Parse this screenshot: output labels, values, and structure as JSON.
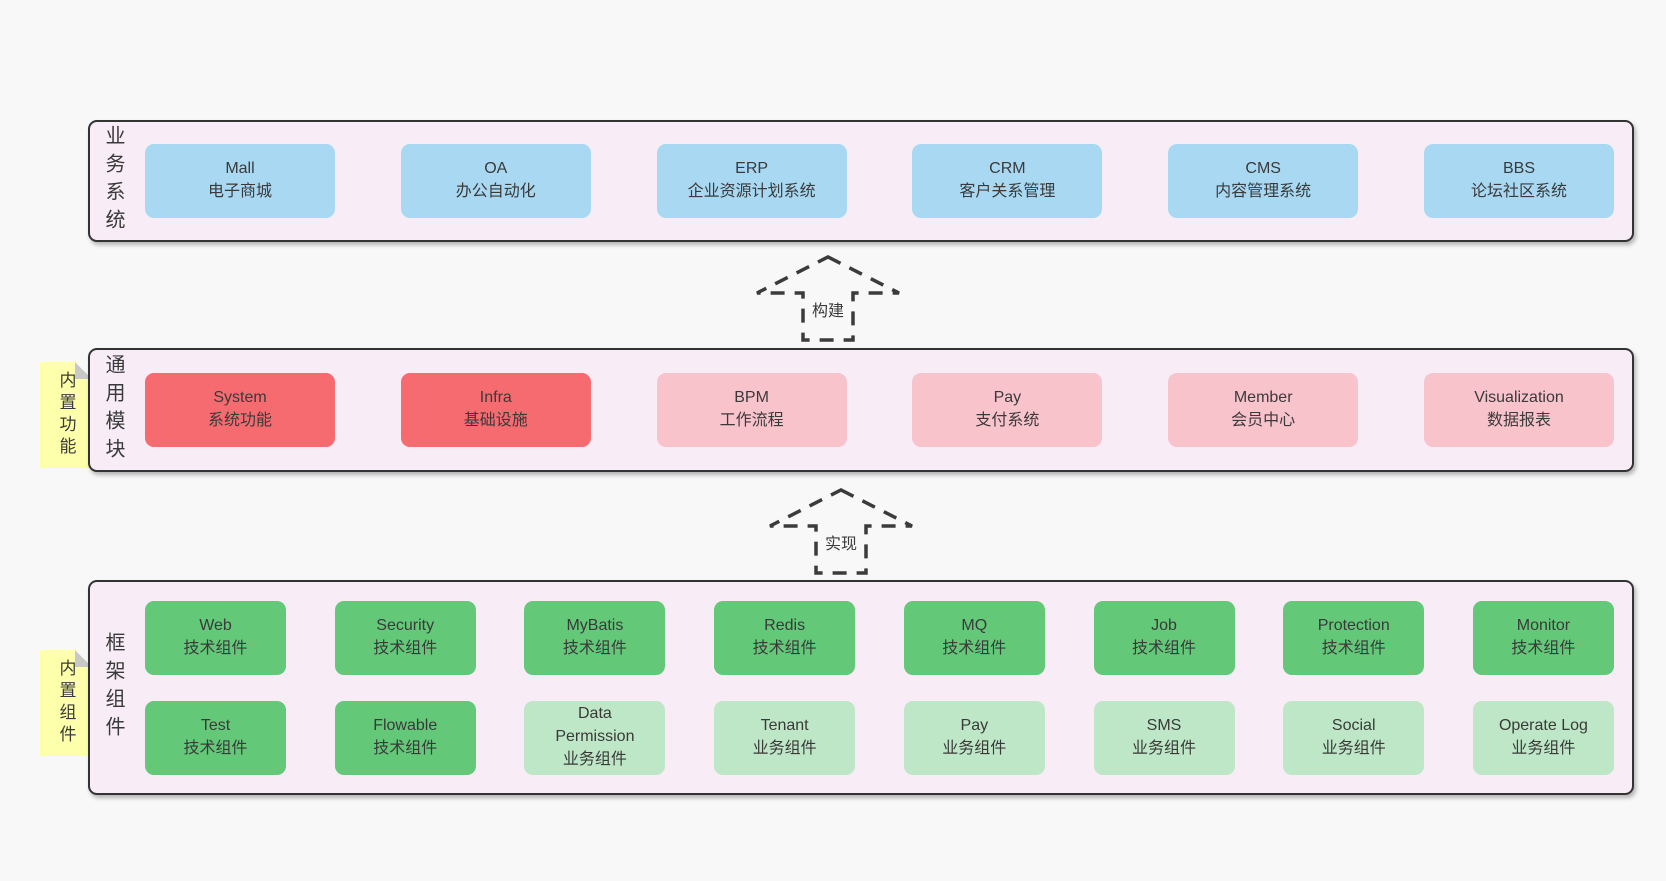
{
  "diagram": {
    "colors": {
      "page_bg": "#f8f8f8",
      "layer_bg": "#f8edf6",
      "layer_border": "#333333",
      "box_blue": "#a9d8f2",
      "box_red": "#f56b6f",
      "box_pink": "#f9c3cc",
      "box_green": "#63c878",
      "box_light_green": "#bde7c6",
      "tag_yellow": "#feffaa",
      "tag_fold_gray": "#c8c8c8",
      "text": "#3a3a3a"
    },
    "arrows": [
      {
        "label": "构建",
        "direction": "up"
      },
      {
        "label": "实现",
        "direction": "up"
      }
    ],
    "layers": [
      {
        "id": "business-systems",
        "label": "业务系统",
        "tag": "",
        "rows": [
          [
            {
              "name": "Mall",
              "desc": "电子商城",
              "variant": "blue"
            },
            {
              "name": "OA",
              "desc": "办公自动化",
              "variant": "blue"
            },
            {
              "name": "ERP",
              "desc": "企业资源计划系统",
              "variant": "blue"
            },
            {
              "name": "CRM",
              "desc": "客户关系管理",
              "variant": "blue"
            },
            {
              "name": "CMS",
              "desc": "内容管理系统",
              "variant": "blue"
            },
            {
              "name": "BBS",
              "desc": "论坛社区系统",
              "variant": "blue"
            }
          ]
        ]
      },
      {
        "id": "common-modules",
        "label": "通用模块",
        "tag": "内置功能",
        "rows": [
          [
            {
              "name": "System",
              "desc": "系统功能",
              "variant": "red"
            },
            {
              "name": "Infra",
              "desc": "基础设施",
              "variant": "red"
            },
            {
              "name": "BPM",
              "desc": "工作流程",
              "variant": "pink"
            },
            {
              "name": "Pay",
              "desc": "支付系统",
              "variant": "pink"
            },
            {
              "name": "Member",
              "desc": "会员中心",
              "variant": "pink"
            },
            {
              "name": "Visualization",
              "desc": "数据报表",
              "variant": "pink"
            }
          ]
        ]
      },
      {
        "id": "framework-components",
        "label": "框架组件",
        "tag": "内置组件",
        "rows": [
          [
            {
              "name": "Web",
              "desc": "技术组件",
              "variant": "green"
            },
            {
              "name": "Security",
              "desc": "技术组件",
              "variant": "green"
            },
            {
              "name": "MyBatis",
              "desc": "技术组件",
              "variant": "green"
            },
            {
              "name": "Redis",
              "desc": "技术组件",
              "variant": "green"
            },
            {
              "name": "MQ",
              "desc": "技术组件",
              "variant": "green"
            },
            {
              "name": "Job",
              "desc": "技术组件",
              "variant": "green"
            },
            {
              "name": "Protection",
              "desc": "技术组件",
              "variant": "green"
            },
            {
              "name": "Monitor",
              "desc": "技术组件",
              "variant": "green"
            }
          ],
          [
            {
              "name": "Test",
              "desc": "技术组件",
              "variant": "green"
            },
            {
              "name": "Flowable",
              "desc": "技术组件",
              "variant": "green"
            },
            {
              "name": "Data\nPermission",
              "desc": "业务组件",
              "variant": "lightgreen"
            },
            {
              "name": "Tenant",
              "desc": "业务组件",
              "variant": "lightgreen"
            },
            {
              "name": "Pay",
              "desc": "业务组件",
              "variant": "lightgreen"
            },
            {
              "name": "SMS",
              "desc": "业务组件",
              "variant": "lightgreen"
            },
            {
              "name": "Social",
              "desc": "业务组件",
              "variant": "lightgreen"
            },
            {
              "name": "Operate Log",
              "desc": "业务组件",
              "variant": "lightgreen"
            }
          ]
        ]
      }
    ]
  }
}
